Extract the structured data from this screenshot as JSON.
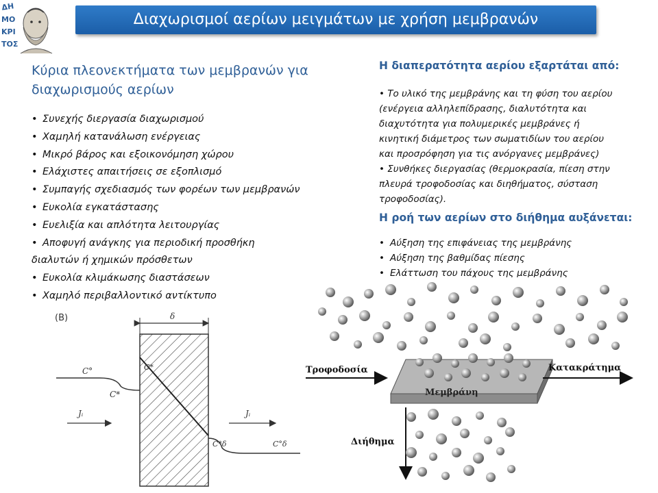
{
  "header": {
    "title": "Διαχωρισμοί αερίων μειγμάτων με χρήση μεμβρανών",
    "logo_text": "ΔΗΜΟΚΡΙΤΟΣ"
  },
  "left": {
    "heading_line1": "Κύρια πλεονεκτήματα των μεμβρανών για",
    "heading_line2": "διαχωρισμούς αερίων",
    "advantages": [
      "Συνεχής διεργασία διαχωρισμού",
      "Χαμηλή κατανάλωση ενέργειας",
      "Μικρό βάρος και εξοικονόμηση χώρου",
      "Ελάχιστες απαιτήσεις σε εξοπλισμό",
      "Συμπαγής σχεδιασμός των φορέων των μεμβρανών",
      "Ευκολία εγκατάστασης",
      "Ευελιξία και απλότητα λειτουργίας",
      "Αποφυγή ανάγκης για περιοδική προσθήκη",
      "διαλυτών ή χημικών πρόσθετων",
      "Ευκολία κλιμάκωσης διαστάσεων",
      "Χαμηλό περιβαλλοντικό αντίκτυπο"
    ]
  },
  "right": {
    "perm_heading": "Η διαπερατότητα αερίου εξαρτάται από:",
    "perm_lines": [
      "•  Το υλικό της μεμβράνης και τη φύση του αερίου",
      "(ενέργεια αλληλεπίδρασης, διαλυτότητα και",
      "διαχυτότητα για πολυμερικές μεμβράνες ή",
      "κινητική διάμετρος των σωματιδίων του αερίου",
      "και προσρόφηση για τις ανόργανες μεμβράνες)",
      "•  Συνθήκες διεργασίας (θερμοκρασία, πίεση στην",
      "πλευρά τροφοδοσίας και διηθήματος, σύσταση",
      "τροφοδοσίας)."
    ],
    "flux_heading": "Η ροή των αερίων στο διήθημα αυξάνεται:",
    "flux_items": [
      "Αύξηση της επιφάνειας της μεμβράνης",
      "Αύξηση της βαθμίδας πίεσης",
      "Ελάττωση του πάχους της μεμβράνης"
    ]
  },
  "diagram_b": {
    "panel": "(B)",
    "thickness": "δ",
    "c_feed": "C°",
    "c_surface": "C*",
    "c_membrane_in": "C*",
    "flux_left": "Jᵢ",
    "flux_right": "Jᵢ",
    "c_perm_surface": "C*δ",
    "c_perm": "C°δ"
  },
  "diagram_membrane": {
    "feed": "Τροφοδοσία",
    "retentate": "Κατακράτημα",
    "membrane": "Μεμβράνη",
    "permeate": "Διήθημα"
  },
  "colors": {
    "heading": "#2f5f97",
    "title_bar": "#1f63ad",
    "title_text": "#ffffff"
  }
}
